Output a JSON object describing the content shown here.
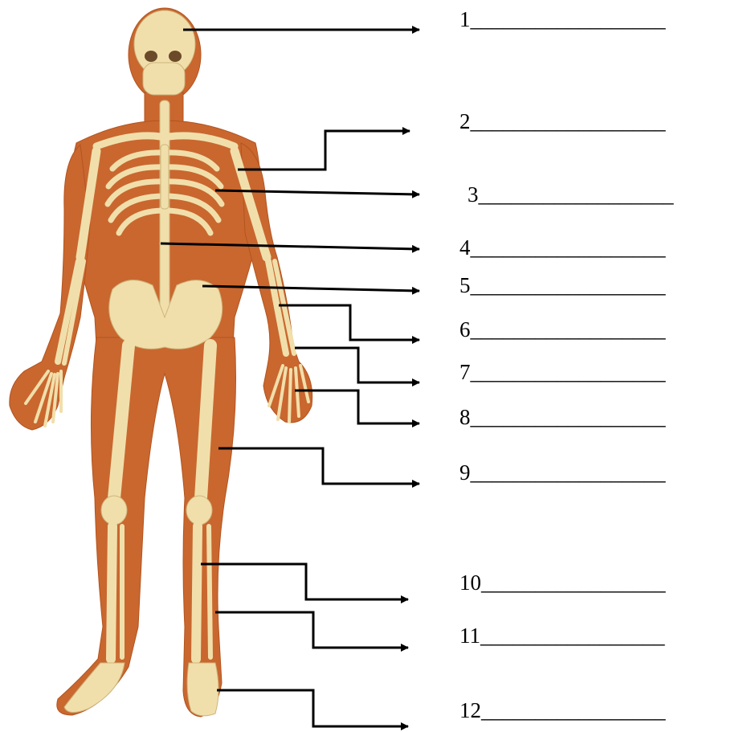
{
  "colors": {
    "skin": "#c9672f",
    "skin_shadow": "#b3541f",
    "bone": "#f1dfab",
    "bone_shadow": "#cdb57c",
    "line": "#000000"
  },
  "figure": {
    "icon": "skeleton-illustration"
  },
  "labels": [
    {
      "number": "1",
      "blank": "__________________"
    },
    {
      "number": "2",
      "blank": "__________________"
    },
    {
      "number": "3",
      "blank": "__________________"
    },
    {
      "number": "4",
      "blank": "__________________"
    },
    {
      "number": "5",
      "blank": "__________________"
    },
    {
      "number": "6",
      "blank": "__________________"
    },
    {
      "number": "7",
      "blank": "__________________"
    },
    {
      "number": "8",
      "blank": "__________________"
    },
    {
      "number": "9",
      "blank": "__________________"
    },
    {
      "number": "10",
      "blank": "_________________"
    },
    {
      "number": "11",
      "blank": "_________________"
    },
    {
      "number": "12",
      "blank": "_________________"
    }
  ]
}
